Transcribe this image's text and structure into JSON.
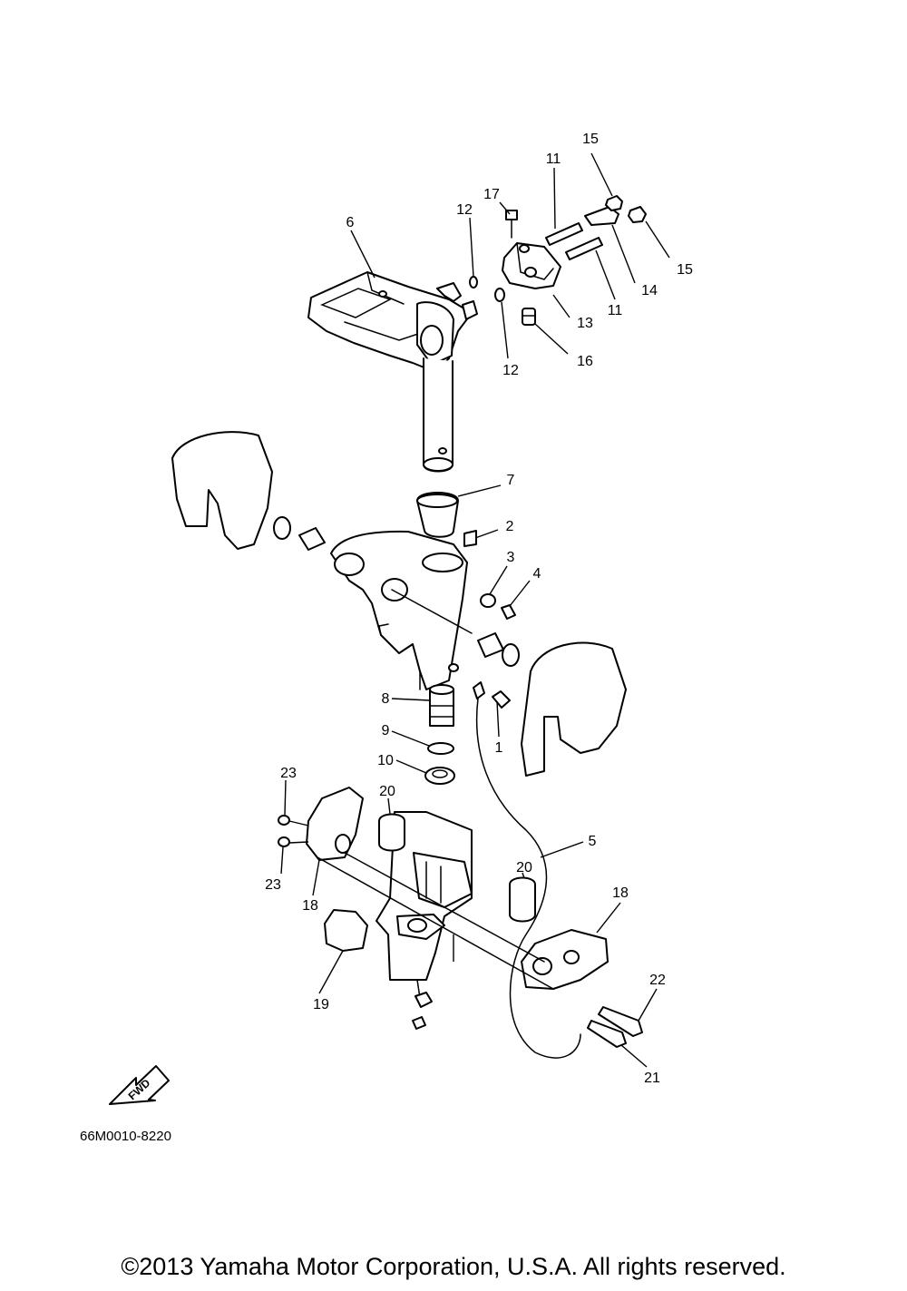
{
  "diagram": {
    "callouts": [
      "1",
      "2",
      "3",
      "4",
      "5",
      "6",
      "7",
      "8",
      "9",
      "10",
      "11",
      "11",
      "12",
      "12",
      "13",
      "14",
      "15",
      "15",
      "16",
      "17",
      "18",
      "18",
      "19",
      "20",
      "20",
      "21",
      "22",
      "23",
      "23"
    ],
    "drawing_code": "66M0010-8220",
    "fwd_label": "FWD"
  },
  "footer": {
    "copyright": "©2013 Yamaha Motor Corporation, U.S.A. All rights reserved."
  }
}
